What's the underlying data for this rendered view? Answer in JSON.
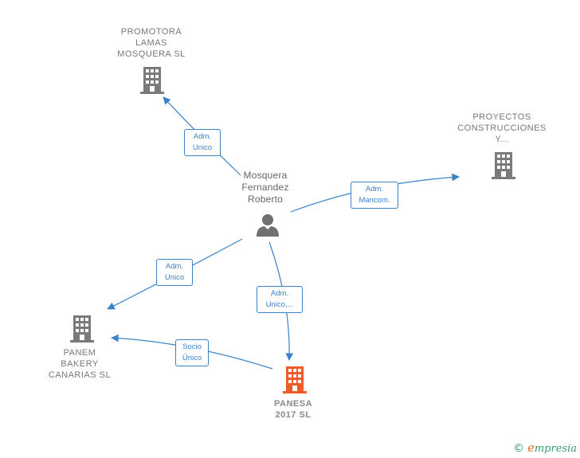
{
  "nodes": {
    "promotora": {
      "label": "PROMOTORA\nLAMAS\nMOSQUERA SL"
    },
    "proyectos": {
      "label": "PROYECTOS\nCONSTRUCCIONES\nY..."
    },
    "person": {
      "label": "Mosquera\nFernandez\nRoberto"
    },
    "panem": {
      "label": "PANEM\nBAKERY\nCANARIAS  SL"
    },
    "panesa": {
      "label": "PANESA\n2017  SL"
    }
  },
  "edges": {
    "to_promotora": {
      "line1": "Adm.",
      "line2": "Unico"
    },
    "to_proyectos": {
      "line1": "Adm.",
      "line2": "Mancom."
    },
    "to_panem": {
      "line1": "Adm.",
      "line2": "Unico"
    },
    "to_panesa": {
      "line1": "Adm.",
      "line2": "Unico,..."
    },
    "panesa_to_panem": {
      "line1": "Socio",
      "line2": "Único"
    }
  },
  "colors": {
    "edge": "#3b82c8",
    "building": "#7a7a7a",
    "building_main": "#f05a28",
    "person": "#707070"
  },
  "footer": {
    "symbol": "©",
    "brand_initial": "e",
    "brand_rest": "mpresia"
  }
}
